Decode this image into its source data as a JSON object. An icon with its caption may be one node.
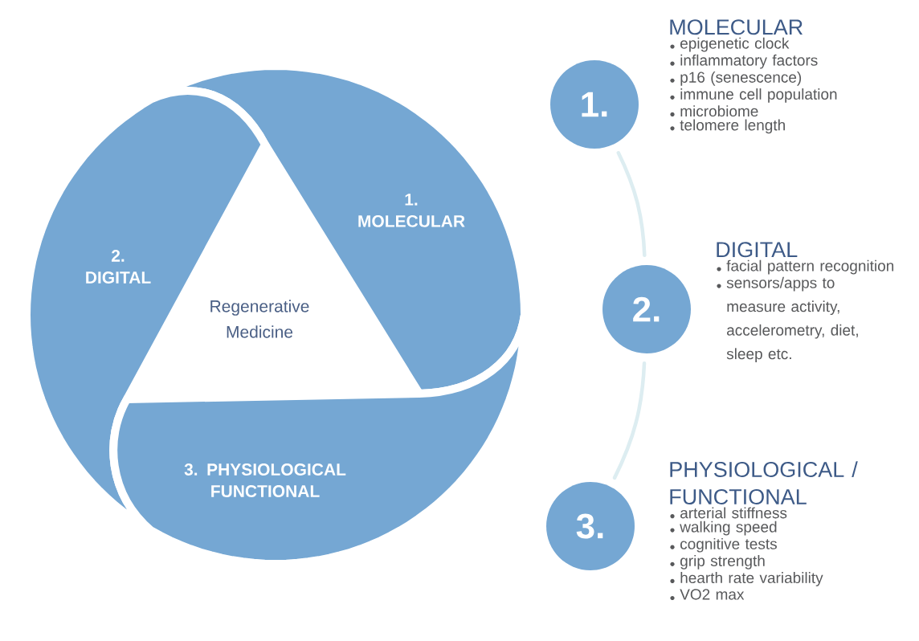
{
  "diagram": {
    "nodes": [
      {
        "text": [
          "1. MOLECULAR"
        ]
      },
      {
        "text": [
          "2. DIGITAL"
        ]
      },
      {
        "text": [
          "3. PHYSIOLOGICAL FUNCTIONAL"
        ]
      },
      {
        "text": [
          "Regenerative Medicine"
        ]
      },
      {
        "text": [
          "1."
        ],
        "beside": [
          "MOLECULAR",
          "epigenetic clock",
          "inflammatory factors",
          "p16 (senescence)",
          "immune cell population",
          "microbiome",
          "telomere length"
        ]
      },
      {
        "text": [
          "2."
        ],
        "beside": [
          "DIGITAL",
          "facial pattern recognition",
          "sensors/apps to measure activity, accelerometry, diet, sleep etc."
        ]
      },
      {
        "text": [
          "3."
        ],
        "beside": [
          "PHYSIOLOGICAL / FUNCTIONAL",
          "arterial stiffness",
          "walking speed",
          "cognitive tests",
          "grip strength",
          "hearth rate variability",
          "VO2 max"
        ]
      }
    ],
    "edges": [
      {
        "from": 4,
        "to": 5,
        "arrow": "none"
      },
      {
        "from": 5,
        "to": 6,
        "arrow": "none"
      }
    ]
  }
}
